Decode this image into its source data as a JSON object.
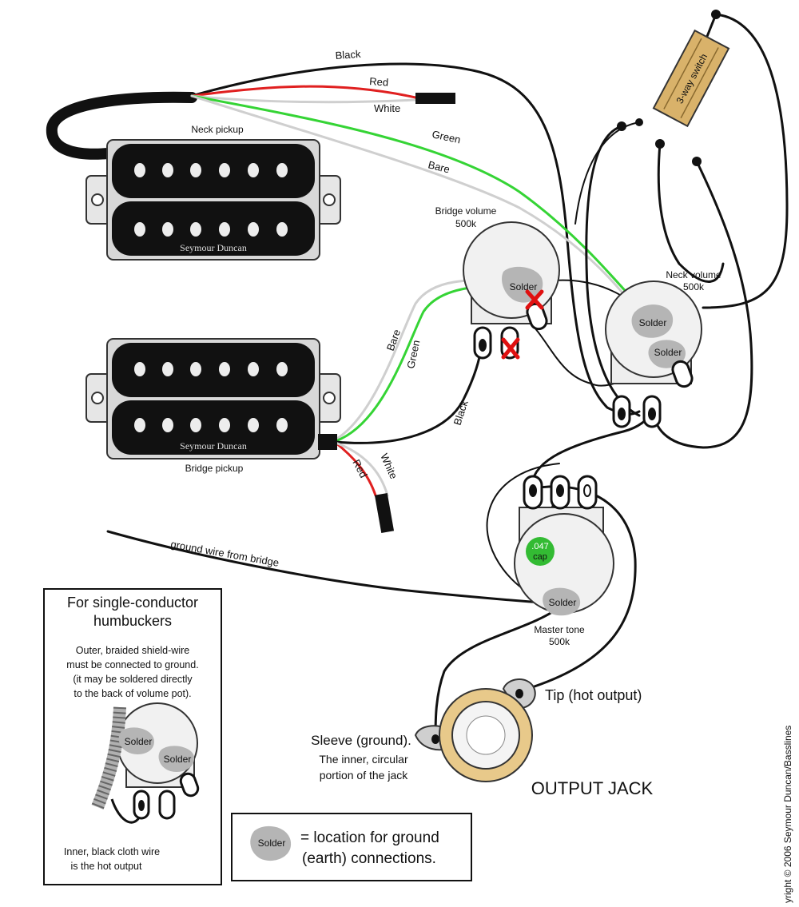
{
  "wire_labels": {
    "black_top": "Black",
    "red_top": "Red",
    "white_top": "White",
    "green_top": "Green",
    "bare_top": "Bare",
    "bare_bridge": "Bare",
    "green_bridge": "Green",
    "black_bridge": "Black",
    "red_bridge": "Red",
    "white_bridge": "White",
    "ground_wire": "ground wire from bridge"
  },
  "pickups": {
    "neck_label": "Neck pickup",
    "neck_brand": "Seymour Duncan",
    "bridge_label": "Bridge pickup",
    "bridge_brand": "Seymour Duncan"
  },
  "switch": {
    "label": "3-way switch"
  },
  "pots": {
    "bridge_volume": {
      "name": "Bridge volume",
      "value": "500k"
    },
    "neck_volume": {
      "name": "Neck volume",
      "value": "500k"
    },
    "master_tone": {
      "name": "Master tone",
      "value": "500k"
    },
    "cap_value": ".047",
    "cap_label": "cap"
  },
  "solder_label": "Solder",
  "jack": {
    "title": "OUTPUT JACK",
    "tip": "Tip (hot output)",
    "sleeve_1": "Sleeve (ground).",
    "sleeve_2": "The inner, circular",
    "sleeve_3": "portion of the jack"
  },
  "info_box": {
    "title_1": "For single-conductor",
    "title_2": "humbuckers",
    "text_1": "Outer, braided shield-wire",
    "text_2": "must be connected to ground.",
    "text_3": "(it may be soldered directly",
    "text_4": "to the back of volume pot).",
    "bottom_1": "Inner, black cloth wire",
    "bottom_2": "is the hot output"
  },
  "legend": {
    "line_1": "= location for ground",
    "line_2": "(earth) connections."
  },
  "copyright": "yright © 2006 Seymour Duncan/Basslines",
  "colors": {
    "black_wire": "#111111",
    "red_wire": "#e02020",
    "green_wire": "#35d435",
    "bare_wire": "#cfcfcf",
    "switch_body": "#d9b26a",
    "jack_ring": "#e8c98a",
    "cap": "#33bb33",
    "solder": "#b5b5b5",
    "mark": "#e01010"
  }
}
